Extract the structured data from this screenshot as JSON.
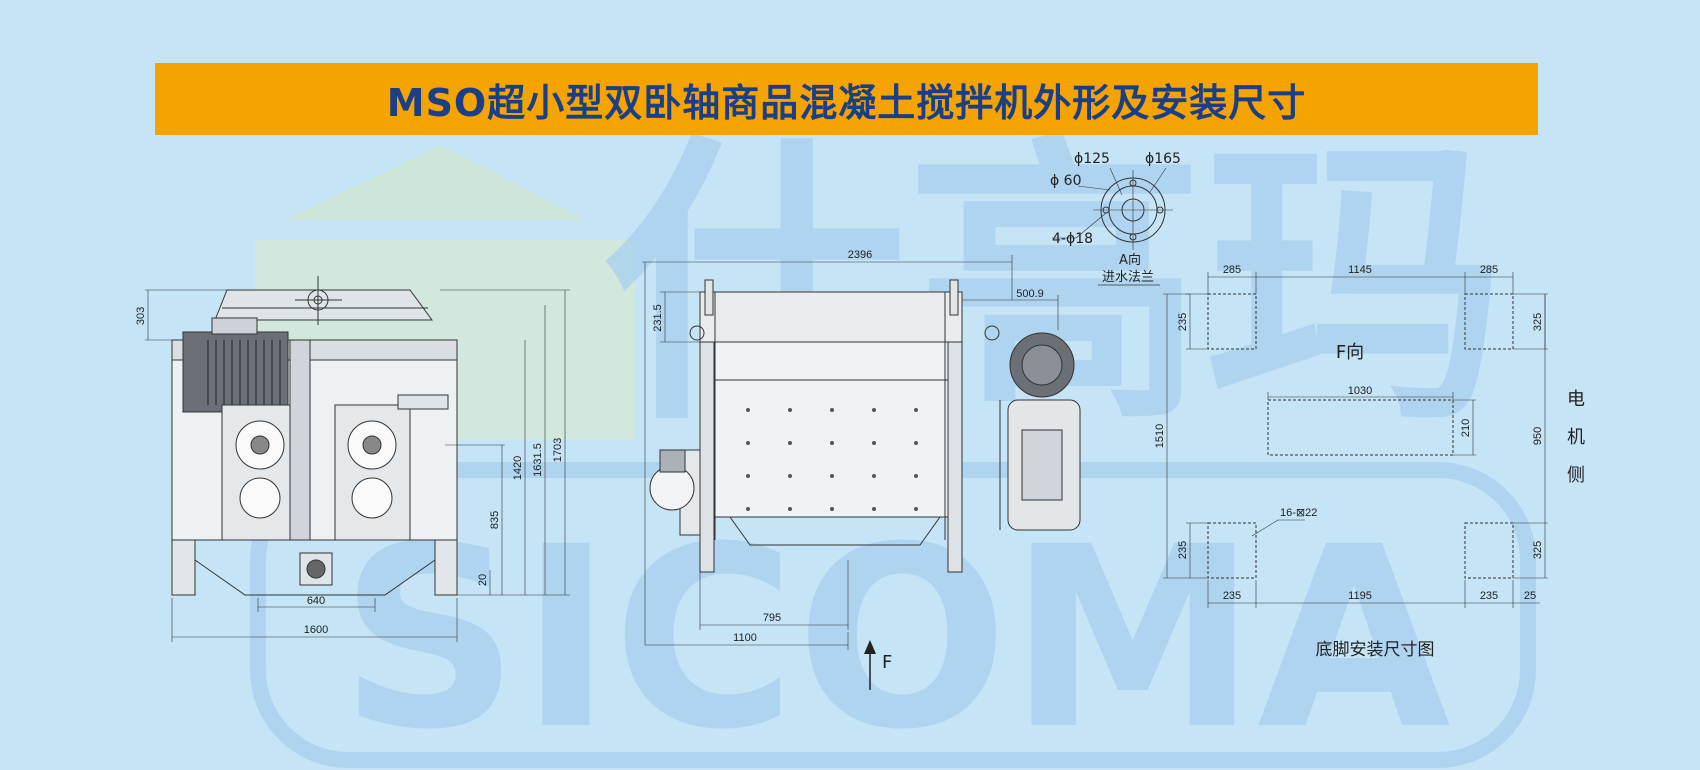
{
  "title": "MSO超小型双卧轴商品混凝土搅拌机外形及安装尺寸",
  "watermark": {
    "cn": "仕高玛",
    "en": "SICOMA"
  },
  "front_view": {
    "dims": {
      "d303": "303",
      "d1600": "1600",
      "d640": "640",
      "d835": "835",
      "d20": "20",
      "d1420": "1420",
      "d1631": "1631.5",
      "d1703": "1703"
    }
  },
  "side_view": {
    "dims": {
      "d2396": "2396",
      "d231": "231.5",
      "d500": "500.9",
      "d795": "795",
      "d1100": "1100"
    },
    "arrow_label": "F"
  },
  "flange": {
    "d125": "ϕ125",
    "d165": "ϕ165",
    "d60": "ϕ 60",
    "d18": "4-ϕ18",
    "caption1": "A向",
    "caption2": "进水法兰"
  },
  "foot_plan": {
    "view_label": "F向",
    "motor_side": [
      "电",
      "机",
      "侧"
    ],
    "dims": {
      "t285a": "285",
      "t1145": "1145",
      "t285b": "285",
      "l235a": "235",
      "r325a": "325",
      "c1030": "1030",
      "c210": "210",
      "l1510": "1510",
      "r950": "950",
      "hole": "16-⊠22",
      "l235b": "235",
      "r325b": "325",
      "b235a": "235",
      "b1195": "1195",
      "b235b": "235",
      "b25": "25"
    },
    "caption": "底脚安装尺寸图"
  },
  "colors": {
    "background": "#c5e4f6",
    "banner": "#f5a300",
    "title": "#1b3f86",
    "watermark": "#a7cfee"
  }
}
